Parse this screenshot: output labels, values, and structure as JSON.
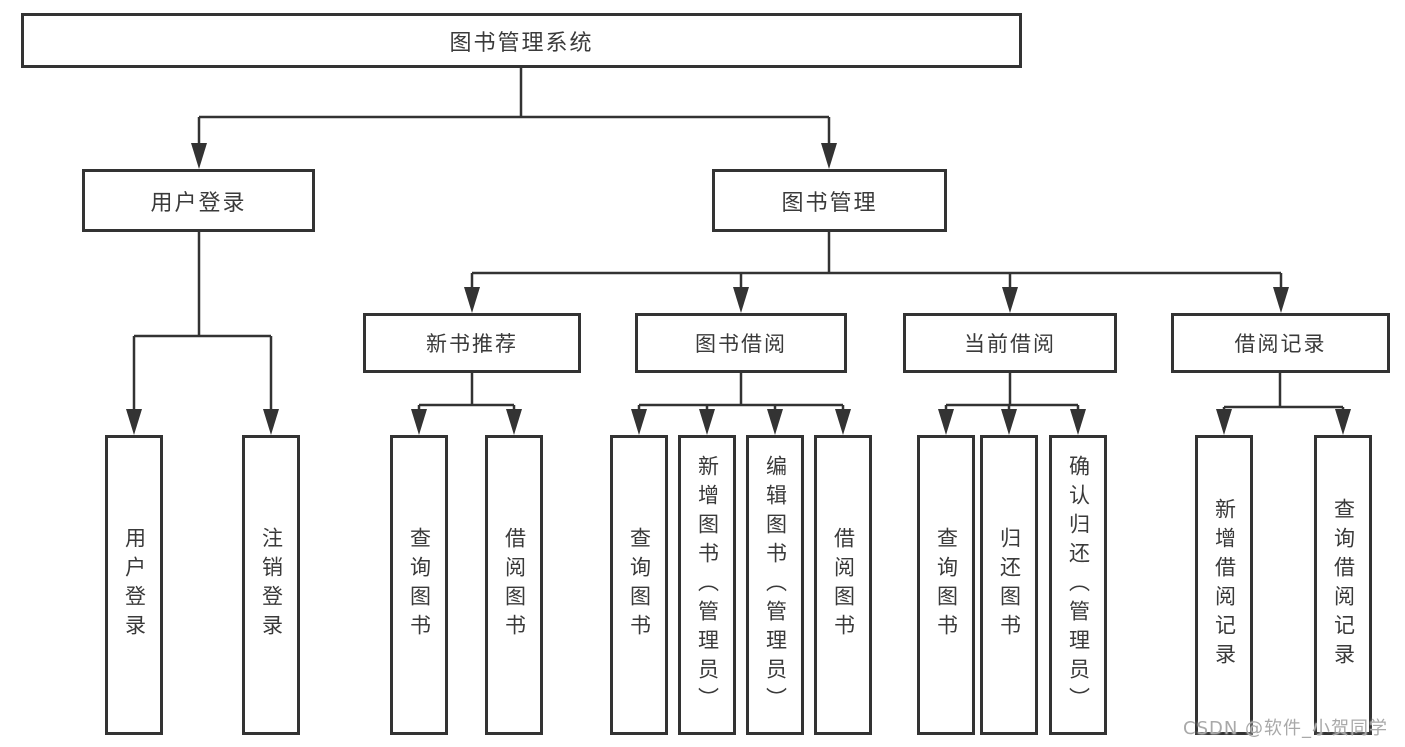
{
  "diagram": {
    "title": "图书管理系统",
    "root": {
      "label": "图书管理系统"
    },
    "level2": [
      {
        "label": "用户登录"
      },
      {
        "label": "图书管理"
      }
    ],
    "level3": [
      {
        "label": "新书推荐"
      },
      {
        "label": "图书借阅"
      },
      {
        "label": "当前借阅"
      },
      {
        "label": "借阅记录"
      }
    ],
    "leaves": [
      {
        "label": "用户登录"
      },
      {
        "label": "注销登录"
      },
      {
        "label": "查询图书"
      },
      {
        "label": "借阅图书"
      },
      {
        "label": "查询图书"
      },
      {
        "label": "新增图书（管理员）"
      },
      {
        "label": "编辑图书（管理员）"
      },
      {
        "label": "借阅图书"
      },
      {
        "label": "查询图书"
      },
      {
        "label": "归还图书"
      },
      {
        "label": "确认归还（管理员）"
      },
      {
        "label": "新增借阅记录"
      },
      {
        "label": "查询借阅记录"
      }
    ]
  },
  "colors": {
    "line": "#333333",
    "text": "#3a3a3a",
    "background": "#ffffff",
    "watermark": "#a9a9a9"
  },
  "watermark": {
    "text": "CSDN @软件_小贺同学"
  }
}
